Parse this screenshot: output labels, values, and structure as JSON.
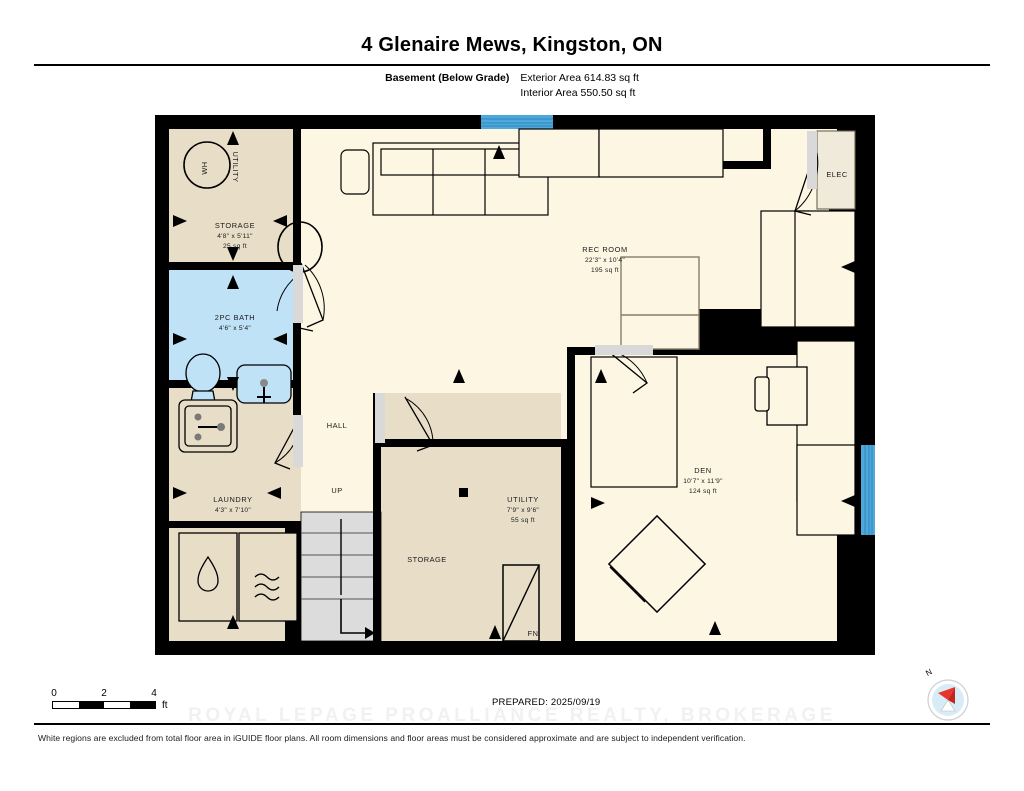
{
  "header": {
    "title": "4 Glenaire Mews, Kingston, ON",
    "level_label": "Basement (Below Grade)",
    "exterior_area": "Exterior Area 614.83 sq ft",
    "interior_area": "Interior Area 550.50 sq ft"
  },
  "rooms": [
    {
      "id": "storage-upper",
      "name": "STORAGE",
      "dimensions": "4'8\" x 5'11\"",
      "area": "25 sq ft"
    },
    {
      "id": "bath",
      "name": "2PC BATH",
      "dimensions": "4'6\" x 5'4\"",
      "area": ""
    },
    {
      "id": "laundry",
      "name": "LAUNDRY",
      "dimensions": "4'3\" x 7'10\"",
      "area": ""
    },
    {
      "id": "rec-room",
      "name": "REC ROOM",
      "dimensions": "22'3\" x 10'4\"",
      "area": "195 sq ft"
    },
    {
      "id": "den",
      "name": "DEN",
      "dimensions": "10'7\" x 11'9\"",
      "area": "124 sq ft"
    },
    {
      "id": "utility",
      "name": "UTILITY",
      "dimensions": "7'9\" x 9'6\"",
      "area": "55 sq ft"
    }
  ],
  "tags": {
    "utility_vertical": "UTILITY",
    "water_heater": "WH",
    "electrical_panel": "ELEC",
    "furnace": "FN",
    "hall": "HALL",
    "stairs_up": "UP",
    "storage_center": "STORAGE"
  },
  "scale": {
    "ticks": [
      "0",
      "2",
      "4"
    ],
    "unit": "ft"
  },
  "footer": {
    "prepared": "PREPARED: 2025/09/19",
    "compass_north": "N",
    "disclaimer": "White regions are excluded from total floor area in iGUIDE floor plans. All room dimensions and floor areas must be considered approximate and are subject to independent verification.",
    "watermark": "ROYAL LEPAGE PROALLIANCE REALTY, BROKERAGE"
  },
  "colors": {
    "wall": "#000000",
    "floor_light": "#fdf6e3",
    "floor_tan": "#e8dec8",
    "bath_blue": "#bfe2f7",
    "window_blue": "#4fa8dc",
    "stairs": "#dcdcdc",
    "elec_fill": "#efeada"
  }
}
